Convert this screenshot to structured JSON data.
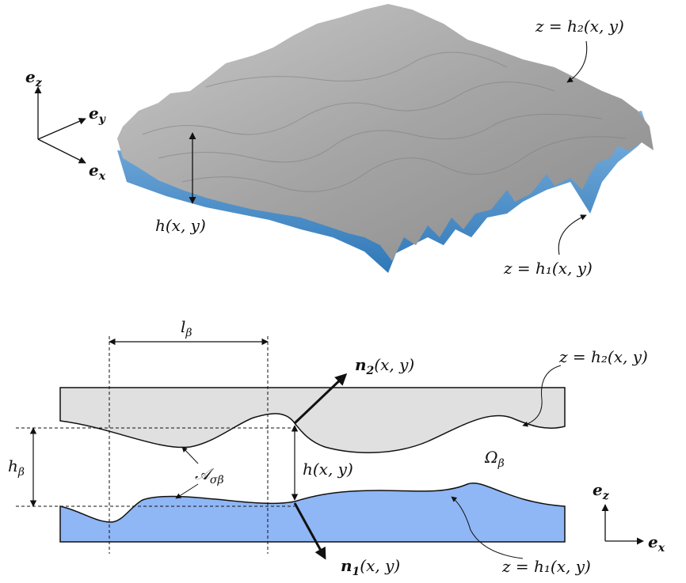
{
  "top_figure": {
    "axes": {
      "ez": "e",
      "ez_sub": "z",
      "ey": "e",
      "ey_sub": "y",
      "ex": "e",
      "ex_sub": "x"
    },
    "label_h2": "z = h₂(x, y)",
    "label_h1": "z = h₁(x, y)",
    "label_h": "h(x, y)"
  },
  "bottom_figure": {
    "l_beta": "l",
    "l_beta_sub": "β",
    "h_beta": "h",
    "h_beta_sub": "β",
    "A_sigma_beta": "𝒜",
    "A_sigma_beta_sub": "σβ",
    "n2": "n",
    "n2_sub": "2",
    "n2_arg": "(x, y)",
    "n1": "n",
    "n1_sub": "1",
    "n1_arg": "(x, y)",
    "label_h2": "z = h₂(x, y)",
    "label_h1": "z = h₁(x, y)",
    "label_h": "h(x, y)",
    "omega": "Ω",
    "omega_sub": "β",
    "axes": {
      "ez": "e",
      "ez_sub": "z",
      "ex": "e",
      "ex_sub": "x"
    }
  },
  "colors": {
    "top_plate": "#e0e0e0",
    "bottom_plate": "#8fb6f5",
    "surface_gray": "#9a9a9a",
    "surface_blue": "#4a90c8"
  }
}
